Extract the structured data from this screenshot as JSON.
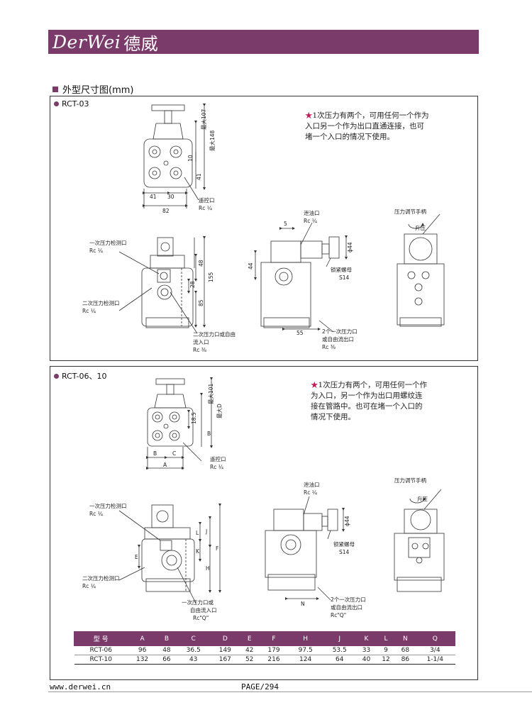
{
  "header": {
    "logo_en": "DerWei",
    "logo_cn": "德威"
  },
  "section_title": "外型尺寸图(mm)",
  "rct03": {
    "title": "RCT-03",
    "note_star": "★",
    "note": "1次压力有两个，可用任何一个作为\n入口另一个作为出口直通连接，也可\n堵一个入口的情况下使用。",
    "labels": {
      "max107": "最大107",
      "max148": "最大148",
      "d10": "10",
      "d41v": "41",
      "d41": "41",
      "d30": "30",
      "d82": "82",
      "remote_port": "遥控口",
      "rc14_a": "Rc ¼",
      "primary_check_port": "一次压力检测口",
      "rc14_b": "Rc ¼",
      "secondary_check_port": "二次压力检测口",
      "rc14_c": "Rc ¼",
      "d48": "48",
      "d28": "28",
      "d85": "85",
      "d155": "155",
      "secondary_outlet_l1": "二次压力口或自由",
      "secondary_outlet_l2": "流入口",
      "rc38": "Rc ⅜",
      "drain_port": "泄油口",
      "rc14_d": "Rc ¼",
      "d5": "5",
      "d44": "44",
      "phi44": "ϕ44",
      "lock_nut": "锁紧螺母",
      "s14": "S14",
      "d55": "55",
      "primary_ports_l1": "2个一次压力口",
      "primary_ports_l2": "或自由流出口",
      "rc38_b": "Rc ⅜",
      "adj_handle": "压力调节手柄",
      "raise": "升压"
    }
  },
  "rct0610": {
    "title": "RCT-06、10",
    "note_star": "★",
    "note": "1次压力有两个，可用任何一个作\n为入口，另一个作为出口用螺纹连\n接在管路中。也可在堵一个入口的\n情况下使用。",
    "labels": {
      "max101": "最大101",
      "maxD": "最大D",
      "d185": "18.5",
      "dB": "B",
      "dB2": "B",
      "dC": "C",
      "dA": "A",
      "remote_port": "遥控口",
      "rc14_a": "Rc ¼",
      "primary_check_port": "一次压力检测口",
      "rc14_b": "Rc ¼",
      "secondary_check_port": "二次压力检测口",
      "rc14_c": "Rc ¼",
      "dE": "E",
      "dL": "L",
      "dJ": "J",
      "dK": "K",
      "dH": "H",
      "dF": "F",
      "outlet_l1": "一次压力口或",
      "outlet_l2": "自由流入口",
      "rcQ": "Rc\"Q\"",
      "drain_port": "泄油口",
      "rc14_d": "Rc ¼",
      "phi44": "ϕ44",
      "lock_nut": "锁紧螺母",
      "s14": "S14",
      "dN": "N",
      "primary_ports_l1": "2个一次压力口",
      "primary_ports_l2": "或自由流出口",
      "rcQ_b": "Rc\"Q\"",
      "adj_handle": "压力调节手柄",
      "raise": "升压"
    }
  },
  "table": {
    "headers": [
      "型 号",
      "A",
      "B",
      "C",
      "D",
      "E",
      "F",
      "H",
      "J",
      "K",
      "L",
      "N",
      "Q"
    ],
    "rows": [
      [
        "RCT-06",
        "96",
        "48",
        "36.5",
        "149",
        "42",
        "179",
        "97.5",
        "53.5",
        "33",
        "9",
        "68",
        "3/4"
      ],
      [
        "RCT-10",
        "132",
        "66",
        "43",
        "167",
        "52",
        "216",
        "124",
        "64",
        "40",
        "12",
        "86",
        "1-1/4"
      ]
    ]
  },
  "footer": {
    "url": "www.derwei.cn",
    "page": "PAGE/294"
  },
  "colors": {
    "accent": "#7a3b6b",
    "star": "#c01c5a"
  }
}
